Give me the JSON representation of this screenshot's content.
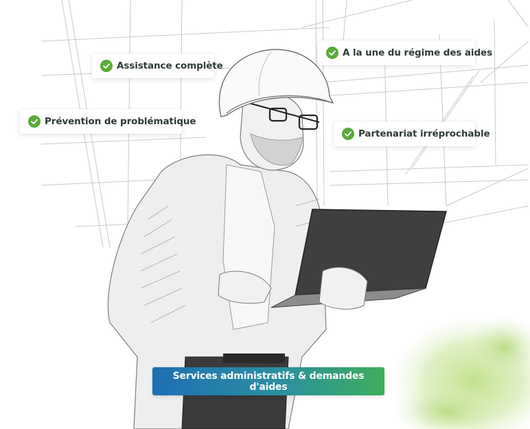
{
  "features": {
    "assistance": "Assistance complète",
    "une": "A la une du régime des aides",
    "prevention": "Prévention de problématique",
    "partenariat": "Partenariat irréprochable"
  },
  "cta": {
    "label": "Services administratifs & demandes d'aides"
  },
  "colors": {
    "check_green": "#5bab3a",
    "cta_gradient_start": "#1f6fb3",
    "cta_gradient_end": "#3fae5a",
    "watercolor_green": "#b7dc7a",
    "badge_text": "#2f3a33"
  },
  "icons": {
    "badge_icon": "check-circle-icon"
  }
}
